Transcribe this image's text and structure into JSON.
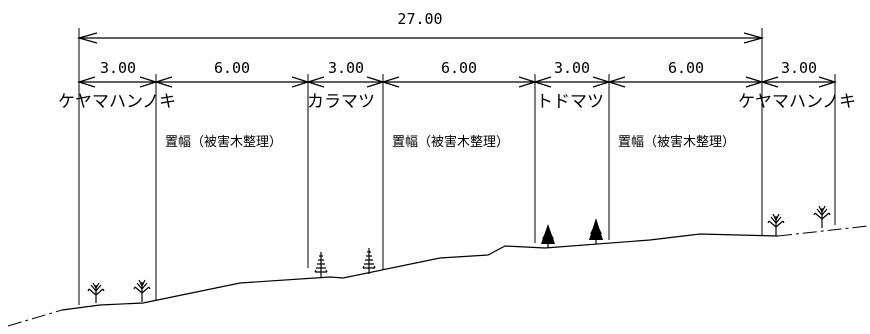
{
  "diagram": {
    "total_width_label": "27.00",
    "segments": [
      {
        "label": "3.00"
      },
      {
        "label": "6.00"
      },
      {
        "label": "3.00"
      },
      {
        "label": "6.00"
      },
      {
        "label": "3.00"
      },
      {
        "label": "6.00"
      },
      {
        "label": "3.00"
      }
    ],
    "species": [
      {
        "label": "ケヤマハンノキ"
      },
      {
        "label": "カラマツ"
      },
      {
        "label": "トドマツ"
      },
      {
        "label": "ケヤマハンノキ"
      }
    ],
    "band_labels": [
      {
        "label": "置幅（被害木整理）"
      },
      {
        "label": "置幅（被害木整理）"
      },
      {
        "label": "置幅（被害木整理）"
      }
    ]
  }
}
